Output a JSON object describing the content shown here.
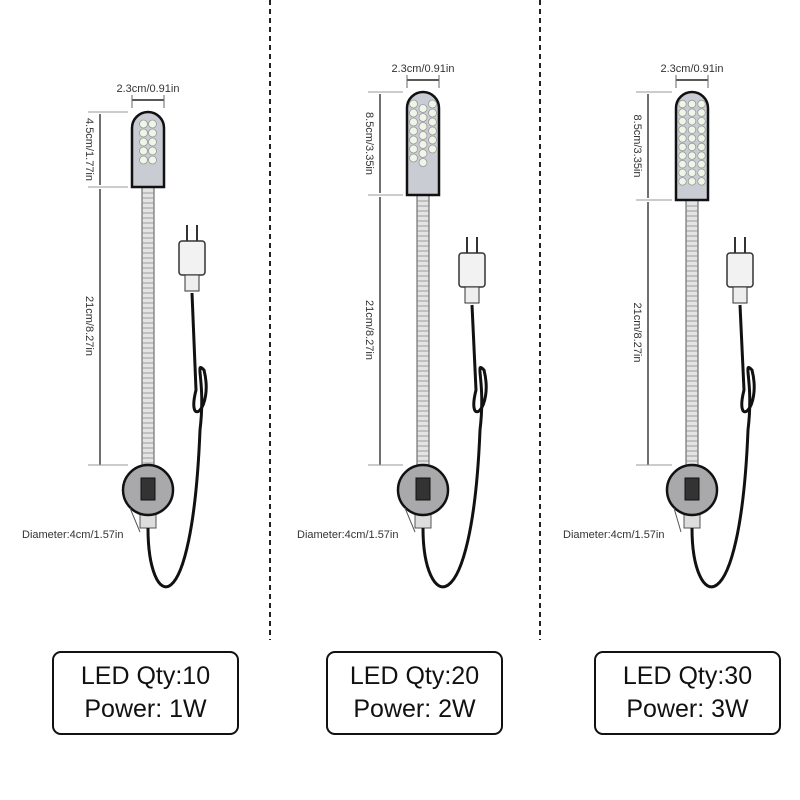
{
  "panels": [
    {
      "width_label": "2.3cm/0.91in",
      "head_label": "4.5cm/1.77in",
      "neck_label": "21cm/8.27in",
      "diameter_label": "Diameter:4cm/1.57in",
      "led_qty": "LED Qty:10",
      "power": "Power: 1W",
      "leds": 10
    },
    {
      "width_label": "2.3cm/0.91in",
      "head_label": "8.5cm/3.35in",
      "neck_label": "21cm/8.27in",
      "diameter_label": "Diameter:4cm/1.57in",
      "led_qty": "LED Qty:20",
      "power": "Power: 2W",
      "leds": 20
    },
    {
      "width_label": "2.3cm/0.91in",
      "head_label": "8.5cm/3.35in",
      "neck_label": "21cm/8.27in",
      "diameter_label": "Diameter:4cm/1.57in",
      "led_qty": "LED Qty:30",
      "power": "Power: 3W",
      "leds": 30
    }
  ],
  "colors": {
    "line": "#111111",
    "head": "#c9ccd3",
    "base": "#a9a9ab",
    "dim": "#555555"
  }
}
